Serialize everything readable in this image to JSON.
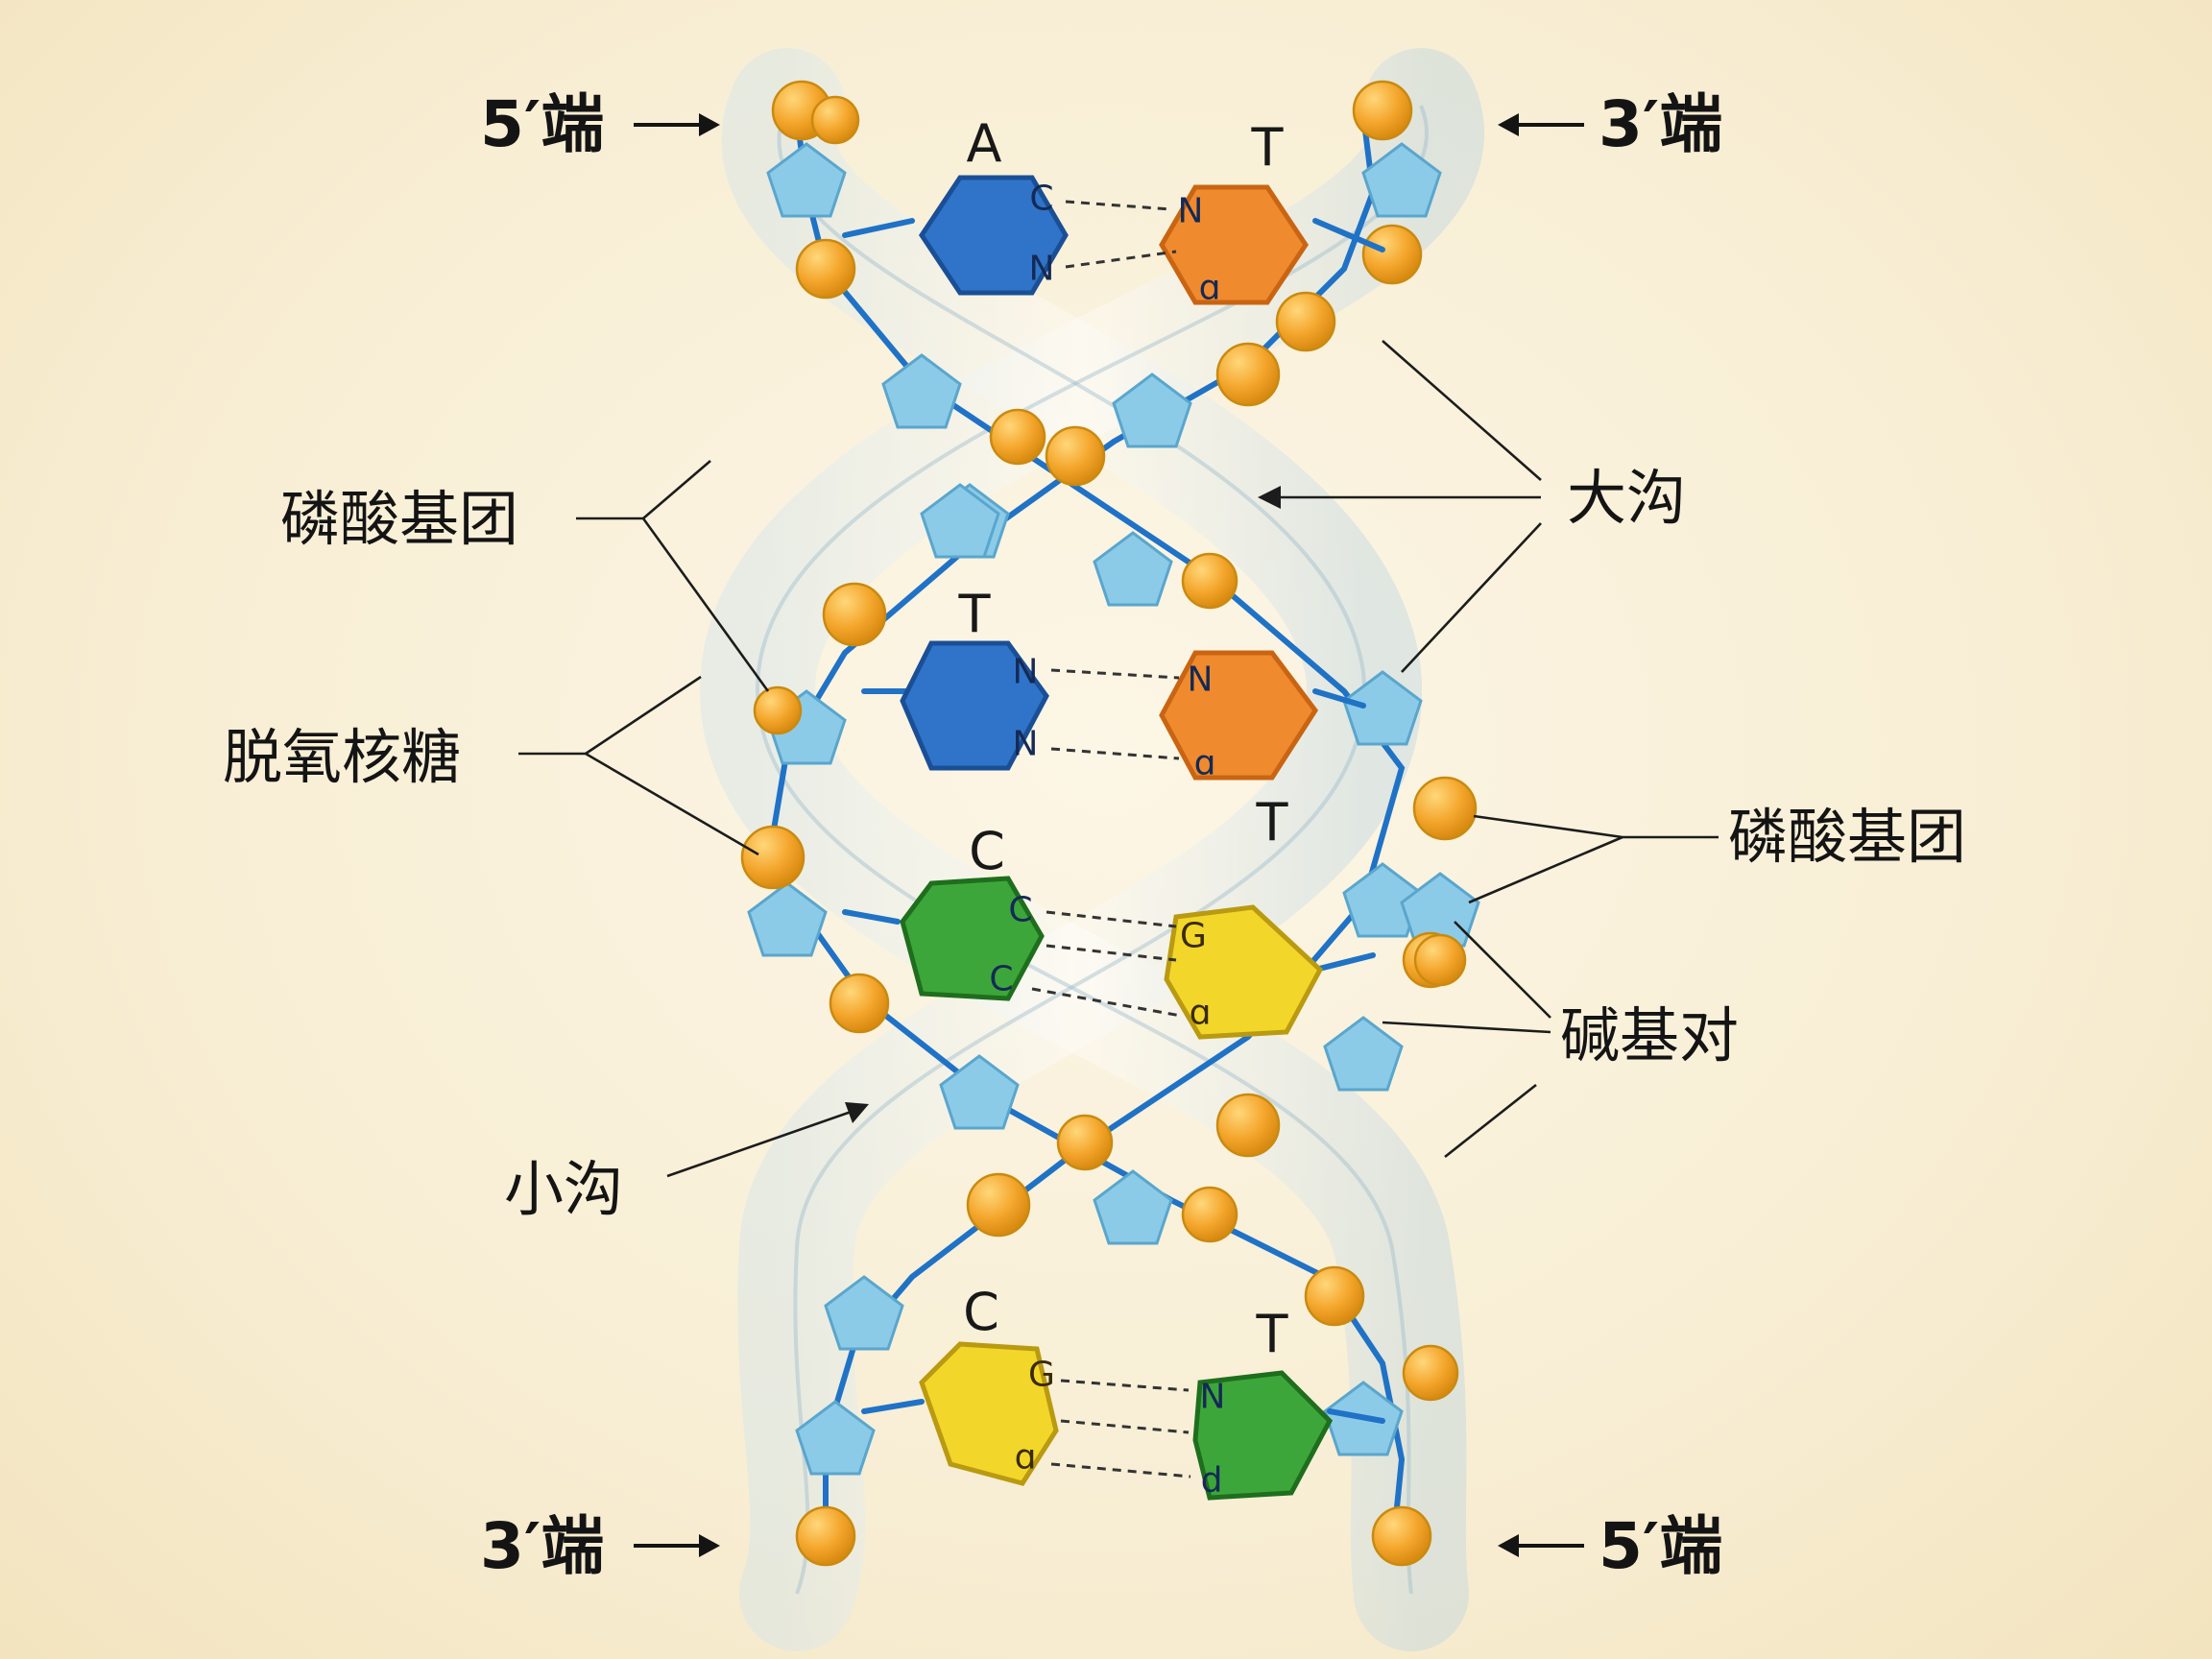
{
  "ends": {
    "top_left": "5′端",
    "top_right": "3′端",
    "bottom_left": "3′端",
    "bottom_right": "5′端"
  },
  "labels": {
    "phosphate_left": "磷酸基团",
    "deoxyribose": "脱氧核糖",
    "minor_groove": "小沟",
    "major_groove": "大沟",
    "phosphate_right": "磷酸基团",
    "base_pair": "碱基对"
  },
  "base_pairs": [
    {
      "left_letter": "A",
      "right_letter": "T",
      "left_atoms": [
        "C",
        "N"
      ],
      "right_atoms": [
        "N",
        "ɑ"
      ]
    },
    {
      "left_letter": "T",
      "right_letter": "T",
      "left_atoms": [
        "N",
        "N"
      ],
      "right_atoms": [
        "N",
        "ɑ"
      ]
    },
    {
      "left_letter": "C",
      "right_letter": "",
      "left_atoms": [
        "C",
        "C"
      ],
      "right_atoms": [
        "G",
        "ɑ"
      ]
    },
    {
      "left_letter": "C",
      "right_letter": "T",
      "left_atoms": [
        "G",
        "ɑ"
      ],
      "right_atoms": [
        "N",
        "d"
      ]
    }
  ],
  "colors": {
    "adenine_blue": "#2f74c8",
    "thymine_orange": "#f08a2e",
    "cytosine_green": "#3da63a",
    "guanine_yellow": "#f2d62a",
    "phosphate_orange": "#f2a531",
    "sugar_blue": "#8ccbe8",
    "backbone_blue": "#1f72c6"
  }
}
